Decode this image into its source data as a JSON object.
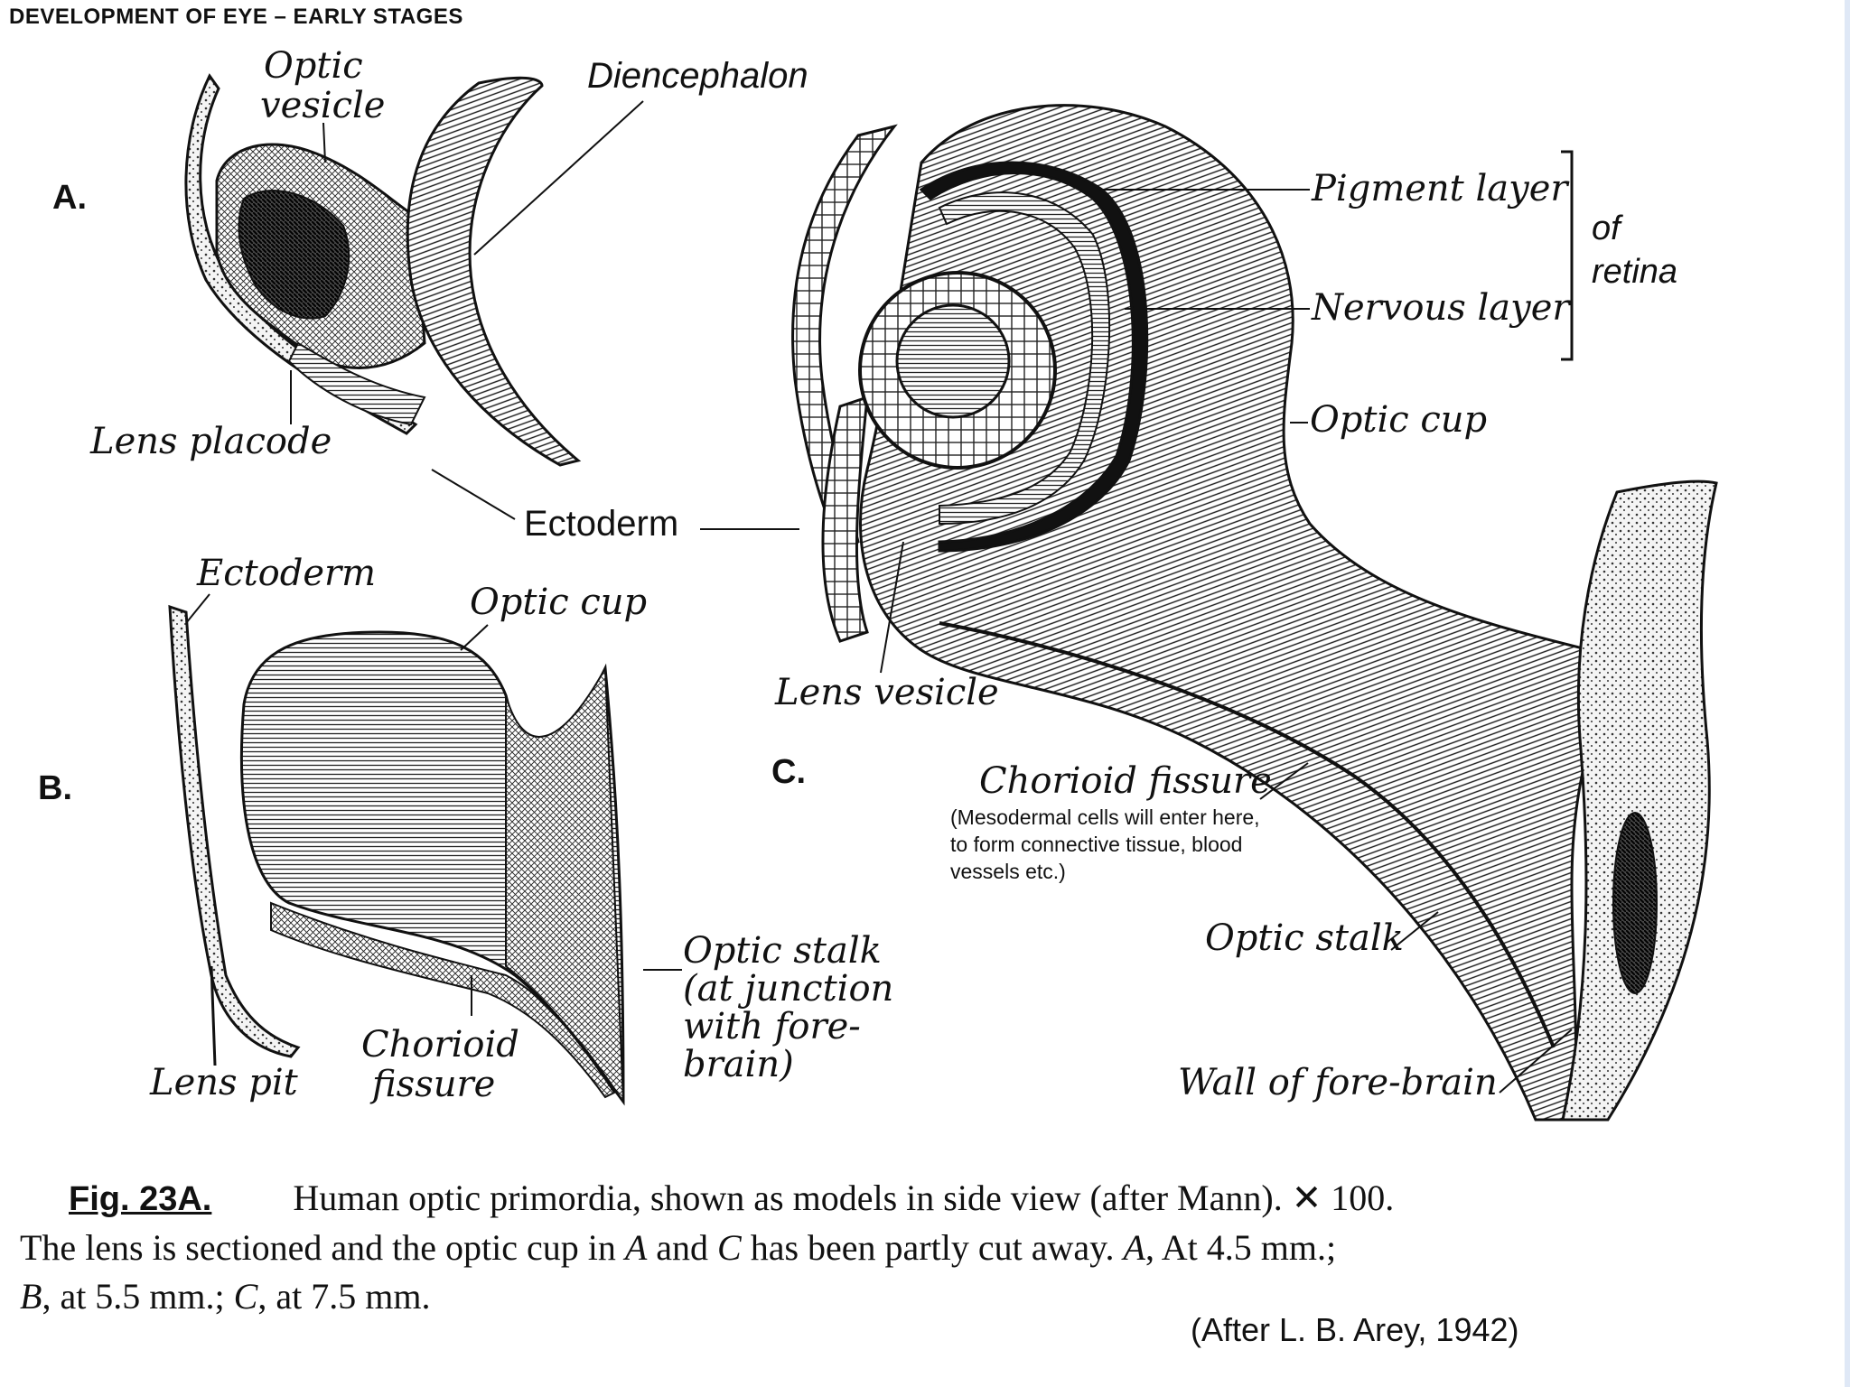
{
  "header": "DEVELOPMENT OF EYE  –  EARLY STAGES",
  "panels": {
    "a": "A.",
    "b": "B.",
    "c": "C."
  },
  "panel_a_labels": {
    "optic_vesicle_1": "Optic",
    "optic_vesicle_2": "vesicle",
    "diencephalon": "Diencephalon",
    "lens_placode": "Lens placode",
    "ectoderm": "Ectoderm"
  },
  "panel_b_labels": {
    "ectoderm": "Ectoderm",
    "optic_cup": "Optic cup",
    "lens_pit": "Lens pit",
    "chorioid_fissure_1": "Chorioid",
    "chorioid_fissure_2": "fissure",
    "optic_stalk_1": "Optic stalk",
    "optic_stalk_2": "(at junction",
    "optic_stalk_3": "with fore-",
    "optic_stalk_4": "brain)"
  },
  "panel_c_labels": {
    "pigment_layer": "Pigment layer",
    "nervous_layer": "Nervous layer",
    "of_retina_1": "of",
    "of_retina_2": "retina",
    "optic_cup": "Optic cup",
    "lens_vesicle": "Lens vesicle",
    "chorioid_fissure": "Chorioid fissure",
    "note_1": "(Mesodermal cells will enter here,",
    "note_2": "to form connective tissue, blood",
    "note_3": "vessels etc.)",
    "optic_stalk": "Optic stalk",
    "wall_of_forebrain": "Wall of fore-brain"
  },
  "caption": {
    "fig_label": "Fig. 23A.",
    "line1": "Human optic primordia, shown as models in side view (after Mann).  ✕ 100.",
    "line2_a": "The lens is sectioned and the optic cup in ",
    "line2_A": "A",
    "line2_b": " and ",
    "line2_C": "C",
    "line2_c": " has been partly cut away.   ",
    "line2_d": ", At 4.5 mm.;",
    "line3_B": "B",
    "line3_a": ", at 5.5 mm.; ",
    "line3_C": "C",
    "line3_b": ", at 7.5 mm."
  },
  "attribution": "(After L. B. Arey, 1942)"
}
